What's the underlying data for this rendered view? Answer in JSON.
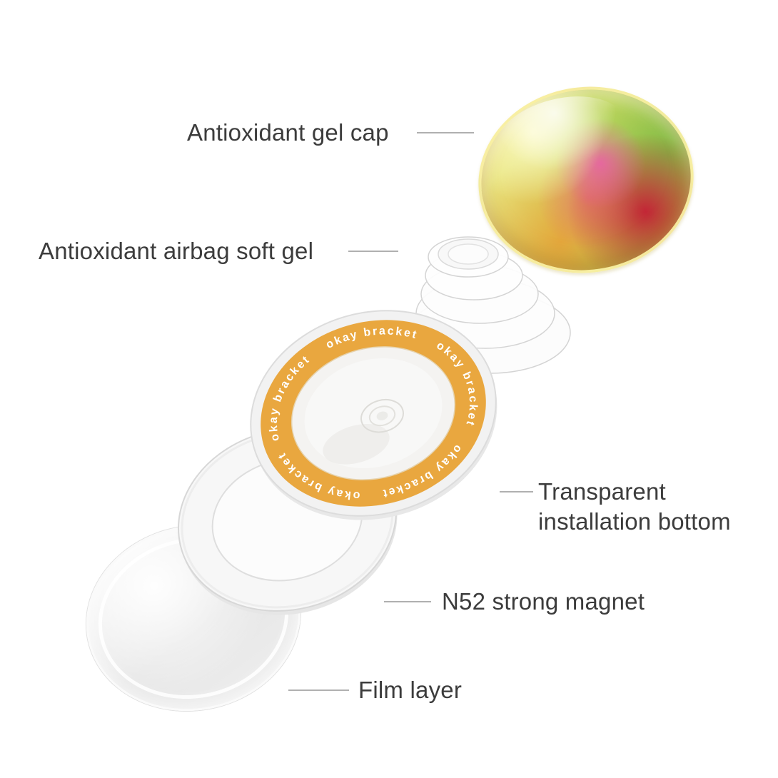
{
  "callouts": {
    "gel_cap": {
      "label": "Antioxidant gel cap"
    },
    "airbag": {
      "label": "Antioxidant airbag soft gel"
    },
    "installation_bottom": {
      "label_line1": "Transparent",
      "label_line2": "installation bottom"
    },
    "magnet": {
      "label": "N52 strong magnet"
    },
    "film": {
      "label": "Film layer"
    }
  },
  "disc": {
    "ring_text": "okay bracket",
    "ring_text_repeated": "okay bracket  okay bracket  okay bracket  okay bracket  okay bracket  okay bracket"
  },
  "colors": {
    "ring_orange": "#e9a73f",
    "label_text": "#3c3c3c",
    "callout_line": "#b0b0b0",
    "background": "#ffffff"
  }
}
